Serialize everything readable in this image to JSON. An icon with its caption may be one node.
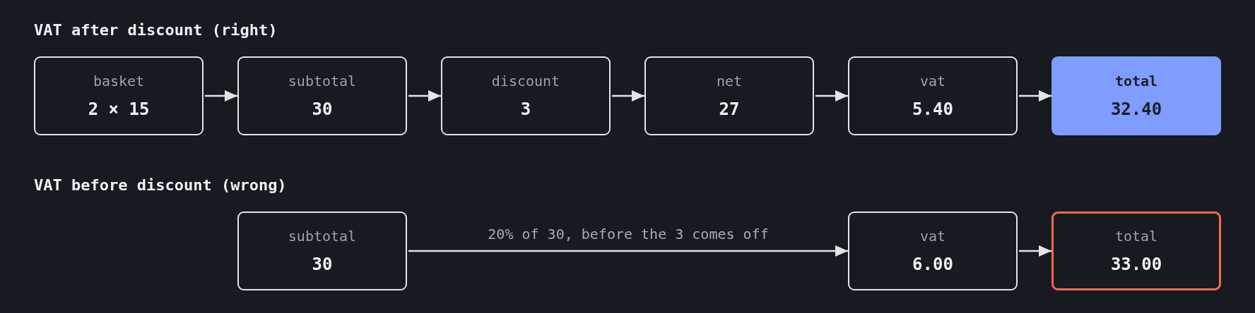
{
  "diagram": {
    "nodes": [
      {
        "text": [
          "basket",
          "2 × 15"
        ]
      },
      {
        "text": [
          "subtotal",
          "30"
        ]
      },
      {
        "text": [
          "discount",
          "3"
        ]
      },
      {
        "text": [
          "net",
          "27"
        ]
      },
      {
        "text": [
          "vat",
          "5.40"
        ]
      },
      {
        "text": [
          "total",
          "32.40"
        ]
      },
      {
        "text": [
          "subtotal",
          "30"
        ]
      },
      {
        "text": [
          "vat",
          "6.00"
        ]
      },
      {
        "text": [
          "total",
          "33.00"
        ]
      }
    ],
    "edges": [
      {
        "from": 0,
        "to": 1,
        "arrow": "to"
      },
      {
        "from": 1,
        "to": 2,
        "arrow": "to"
      },
      {
        "from": 2,
        "to": 3,
        "arrow": "to"
      },
      {
        "from": 3,
        "to": 4,
        "arrow": "to"
      },
      {
        "from": 4,
        "to": 5,
        "arrow": "to"
      },
      {
        "from": 6,
        "to": 7,
        "arrow": "to",
        "label": "20% of 30, before the 3 comes off"
      },
      {
        "from": 7,
        "to": 8,
        "arrow": "to"
      }
    ],
    "labels": [
      "VAT after discount (right)",
      "VAT before discount (wrong)"
    ]
  }
}
